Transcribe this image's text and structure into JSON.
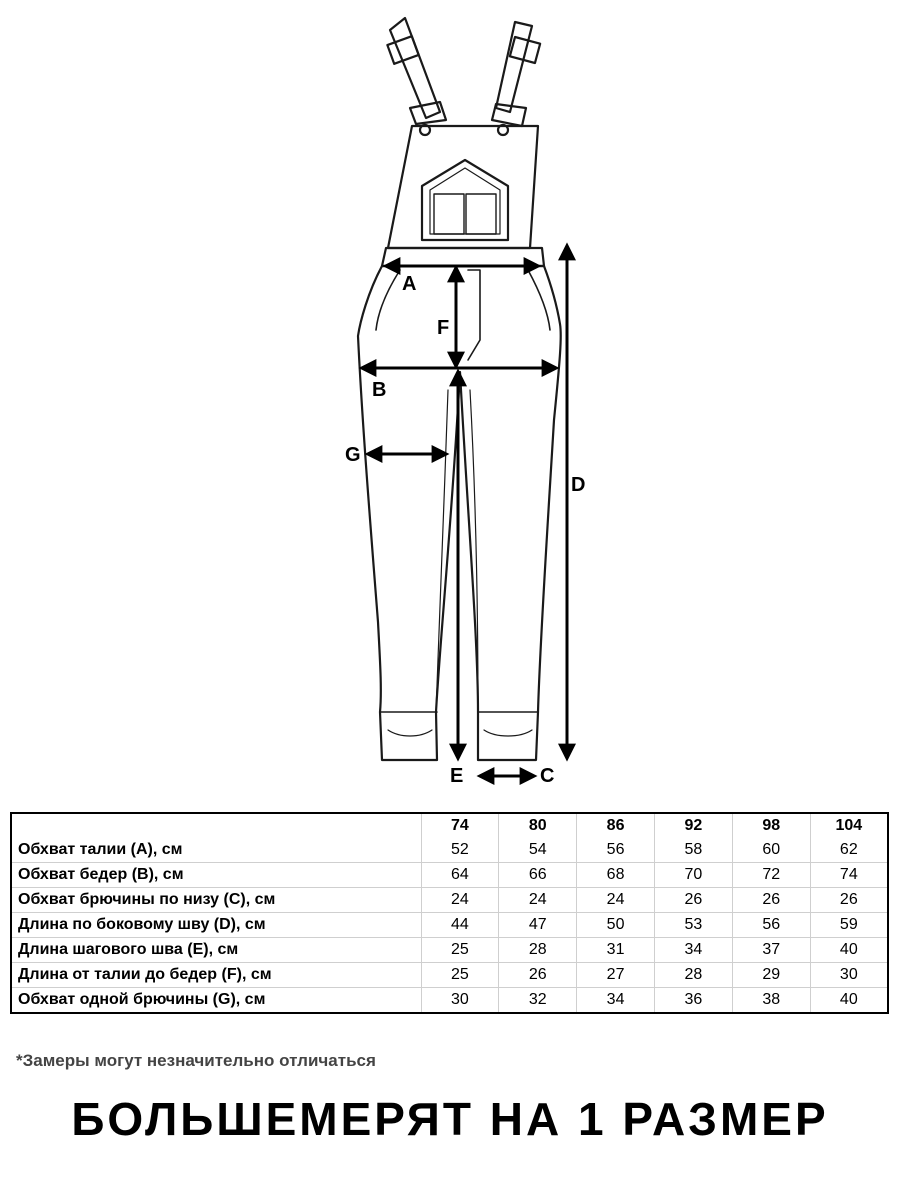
{
  "diagram": {
    "labels": {
      "A": "A",
      "B": "B",
      "C": "C",
      "D": "D",
      "E": "E",
      "F": "F",
      "G": "G"
    }
  },
  "table": {
    "sizes": [
      "74",
      "80",
      "86",
      "92",
      "98",
      "104"
    ],
    "rows": [
      {
        "name": "Обхват талии (A), см",
        "values": [
          "52",
          "54",
          "56",
          "58",
          "60",
          "62"
        ]
      },
      {
        "name": "Обхват бедер (B), см",
        "values": [
          "64",
          "66",
          "68",
          "70",
          "72",
          "74"
        ]
      },
      {
        "name": "Обхват брючины по низу (C), см",
        "values": [
          "24",
          "24",
          "24",
          "26",
          "26",
          "26"
        ]
      },
      {
        "name": "Длина по боковому шву (D), см",
        "values": [
          "44",
          "47",
          "50",
          "53",
          "56",
          "59"
        ]
      },
      {
        "name": "Длина шагового шва (E), см",
        "values": [
          "25",
          "28",
          "31",
          "34",
          "37",
          "40"
        ]
      },
      {
        "name": "Длина от талии до бедер (F), см",
        "values": [
          "25",
          "26",
          "27",
          "28",
          "29",
          "30"
        ]
      },
      {
        "name": "Обхват одной брючины (G), см",
        "values": [
          "30",
          "32",
          "34",
          "36",
          "38",
          "40"
        ]
      }
    ]
  },
  "footnote": "*Замеры могут незначительно отличаться",
  "headline": "БОЛЬШЕМЕРЯТ НА 1 РАЗМЕР"
}
